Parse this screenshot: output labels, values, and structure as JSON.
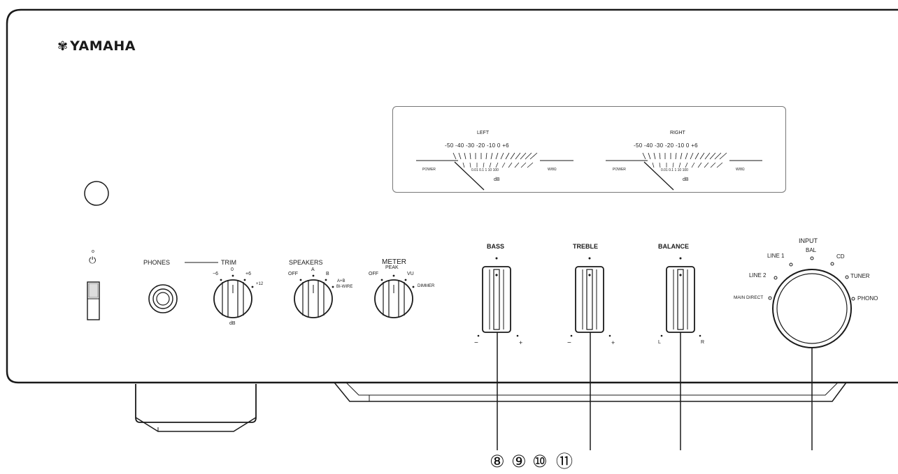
{
  "brand": {
    "logo_text": "YAMAHA"
  },
  "meters": {
    "left": {
      "title": "LEFT",
      "scale": "-50 -40 -30 -20 -10  0 +6",
      "power_label": "POWER",
      "watts_label": "W/8Ω",
      "small_scale": "0.01  0.1    1    10   100",
      "unit": "dB"
    },
    "right": {
      "title": "RIGHT",
      "scale": "-50 -40 -30 -20 -10  0 +6",
      "power_label": "POWER",
      "watts_label": "W/8Ω",
      "small_scale": "0.01  0.1    1    10   100",
      "unit": "dB"
    }
  },
  "power": {
    "indicator_label": "o",
    "standby_symbol": "⏻"
  },
  "phones": {
    "label": "PHONES"
  },
  "trim": {
    "label": "TRIM",
    "m6": "−6",
    "zero": "0",
    "p6": "+6",
    "p12": "+12",
    "unit": "dB"
  },
  "speakers": {
    "label": "SPEAKERS",
    "off": "OFF",
    "a": "A",
    "b": "B",
    "ab": "A+B",
    "bypass": "BI-WIRE"
  },
  "meter_knob": {
    "label": "METER",
    "off": "OFF",
    "peak": "PEAK",
    "vu": "VU",
    "dimmer": "DIMMER"
  },
  "bass": {
    "label": "BASS",
    "minus": "−",
    "plus": "+"
  },
  "treble": {
    "label": "TREBLE",
    "minus": "−",
    "plus": "+"
  },
  "balance": {
    "label": "BALANCE",
    "left": "L",
    "right": "R"
  },
  "input": {
    "label": "INPUT",
    "options": [
      "MAIN DIRECT",
      "LINE 2",
      "LINE 1",
      "BAL",
      "CD",
      "TUNER",
      "PHONO"
    ]
  },
  "callouts": [
    "⑧",
    "⑨",
    "⑩",
    "⑪"
  ]
}
